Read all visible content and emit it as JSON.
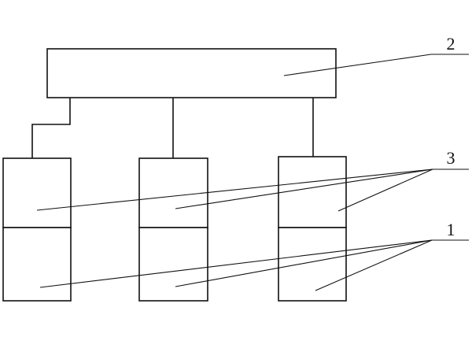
{
  "labels": {
    "top_unit": "2",
    "upper_modules": "3",
    "lower_modules": "1"
  }
}
